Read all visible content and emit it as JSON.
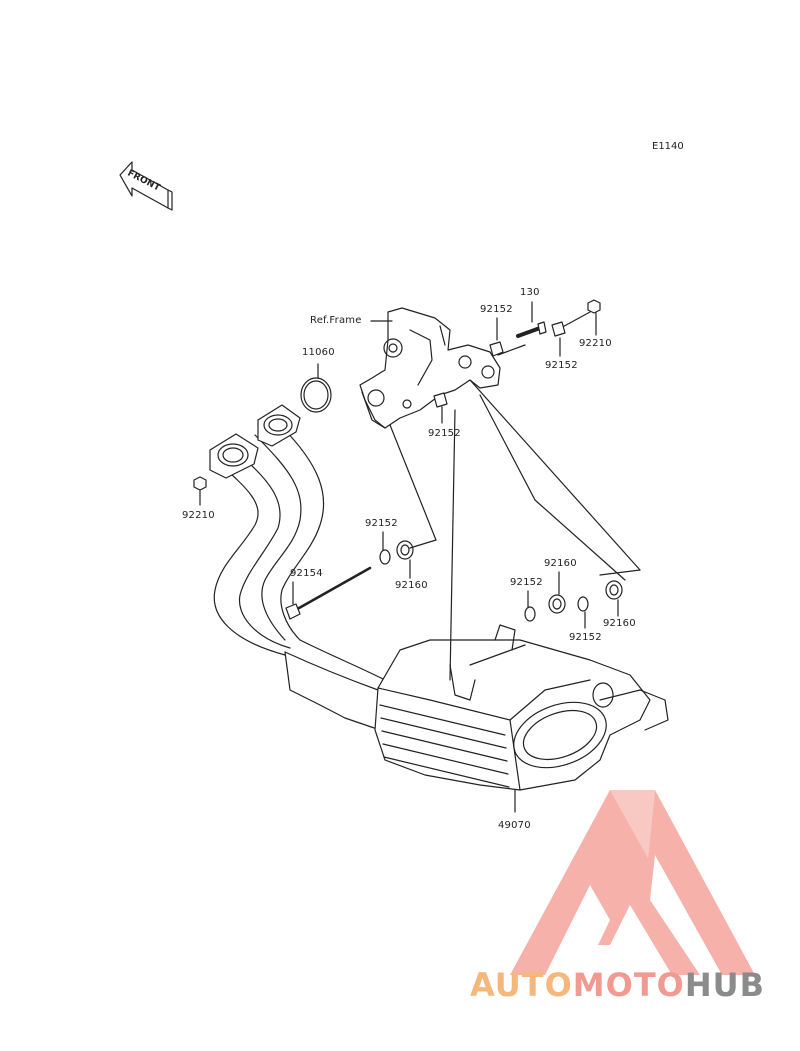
{
  "diagram": {
    "code": "E1140",
    "front_label": "FRONT",
    "ref_frame": "Ref.Frame",
    "parts": {
      "p130": "130",
      "p92152_a": "92152",
      "p92210_a": "92210",
      "p92152_b": "92152",
      "p11060": "11060",
      "p92152_c": "92152",
      "p92210_b": "92210",
      "p92152_d": "92152",
      "p92154": "92154",
      "p92160_a": "92160",
      "p92160_b": "92160",
      "p92152_e": "92152",
      "p92152_f": "92152",
      "p92160_c": "92160",
      "p49070": "49070"
    }
  },
  "watermark": {
    "part1": "AUTO",
    "part2": "MOTO",
    "part3": "HUB",
    "colors": {
      "auto": "#f5b87a",
      "moto": "#f19a92",
      "hub": "#8b8b8b",
      "triangle": "#f4a39b"
    }
  }
}
